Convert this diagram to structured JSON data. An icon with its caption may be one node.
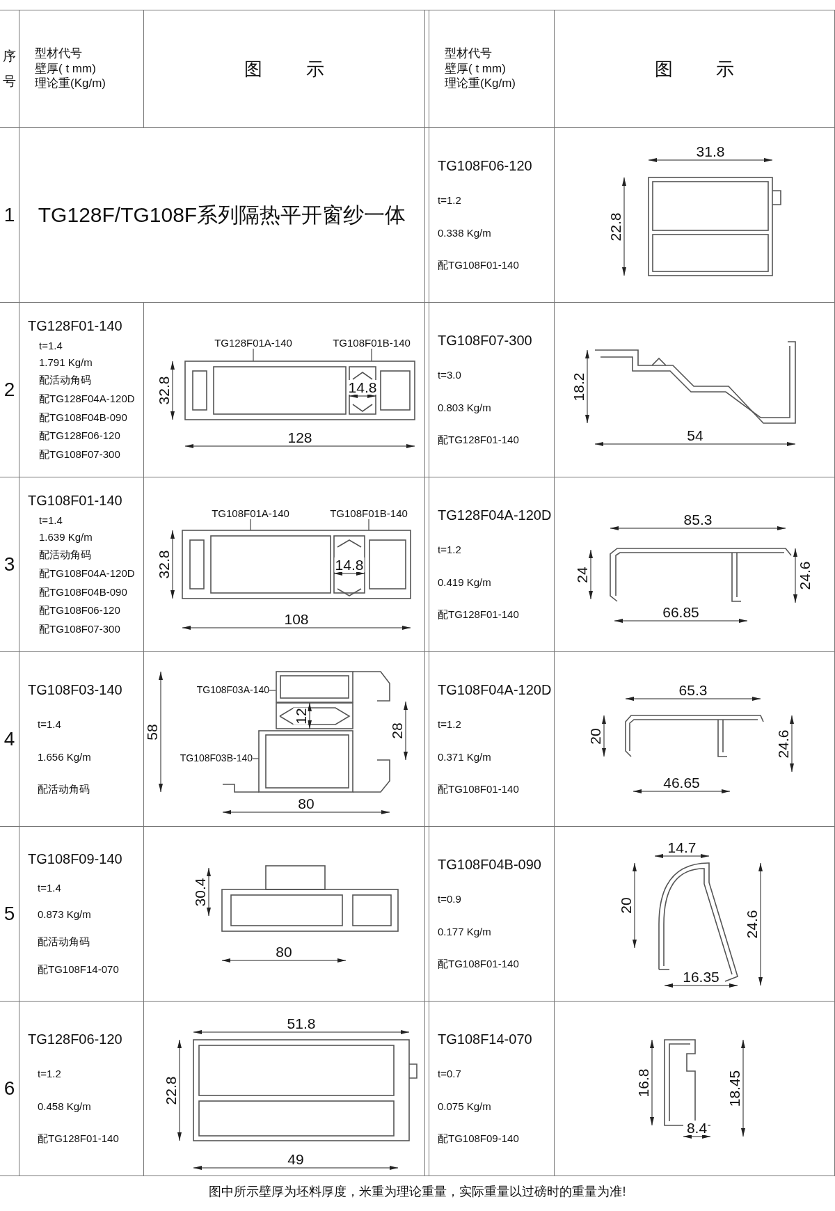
{
  "diagram": {
    "nodes": [
      {
        "text": [
          "TG128F01A-140"
        ]
      },
      {
        "text": [
          "TG108F01B-140"
        ]
      },
      {
        "text": [
          "TG108F01A-140"
        ]
      },
      {
        "text": [
          "TG108F01B-140"
        ]
      },
      {
        "text": [
          "TG108F03A-140"
        ]
      },
      {
        "text": [
          "TG108F03B-140"
        ]
      },
      {
        "text": [],
        "shape": "picture"
      },
      {
        "text": [],
        "shape": "picture"
      },
      {
        "text": [],
        "shape": "picture"
      }
    ],
    "edges": [
      {
        "from": 0,
        "to": 6,
        "arrow": "none"
      },
      {
        "from": 1,
        "to": 6,
        "arrow": "none"
      },
      {
        "from": 2,
        "to": 7,
        "arrow": "none"
      },
      {
        "from": 3,
        "to": 7,
        "arrow": "none"
      },
      {
        "from": 4,
        "to": 8,
        "arrow": "none"
      },
      {
        "from": 5,
        "to": 8,
        "arrow": "none"
      }
    ],
    "labels": [
      "序号",
      "型材代号",
      "壁厚( t mm)",
      "理论重(Kg/m)",
      "图示",
      "型材代号",
      "壁厚( t mm)",
      "理论重(Kg/m)",
      "图示",
      "1",
      "TG128F/TG108F系列隔热平开窗纱一体",
      "TG108F06-120",
      "t=1.2",
      "0.338 Kg/m",
      "配TG108F01-140",
      "31.8",
      "22.8",
      "2",
      "TG128F01-140",
      "t=1.4",
      "1.791 Kg/m",
      "配活动角码",
      "配TG128F04A-120D",
      "配TG108F04B-090",
      "配TG128F06-120",
      "配TG108F07-300",
      "32.8",
      "14.8",
      "128",
      "TG108F07-300",
      "t=3.0",
      "0.803 Kg/m",
      "配TG128F01-140",
      "18.2",
      "54",
      "3",
      "TG108F01-140",
      "t=1.4",
      "1.639 Kg/m",
      "配活动角码",
      "配TG108F04A-120D",
      "配TG108F04B-090",
      "配TG108F06-120",
      "配TG108F07-300",
      "32.8",
      "14.8",
      "108",
      "TG128F04A-120D",
      "t=1.2",
      "0.419 Kg/m",
      "配TG128F01-140",
      "85.3",
      "24",
      "24.6",
      "66.85",
      "4",
      "TG108F03-140",
      "t=1.4",
      "1.656 Kg/m",
      "配活动角码",
      "58",
      "12",
      "28",
      "80",
      "TG108F04A-120D",
      "t=1.2",
      "0.371 Kg/m",
      "配TG108F01-140",
      "65.3",
      "20",
      "24.6",
      "46.65",
      "5",
      "TG108F09-140",
      "t=1.4",
      "0.873 Kg/m",
      "配活动角码",
      "配TG108F14-070",
      "30.4",
      "80",
      "TG108F04B-090",
      "t=0.9",
      "0.177 Kg/m",
      "配TG108F01-140",
      "14.7",
      "20",
      "24.6",
      "16.35",
      "6",
      "TG128F06-120",
      "t=1.2",
      "0.458 Kg/m",
      "配TG128F01-140",
      "51.8",
      "22.8",
      "49",
      "TG108F14-070",
      "t=0.7",
      "0.075 Kg/m",
      "配TG108F09-140",
      "16.8",
      "18.45",
      "8.4",
      "图中所示壁厚为坯料厚度，米重为理论重量，实际重量以过磅时的重量为准!"
    ]
  }
}
